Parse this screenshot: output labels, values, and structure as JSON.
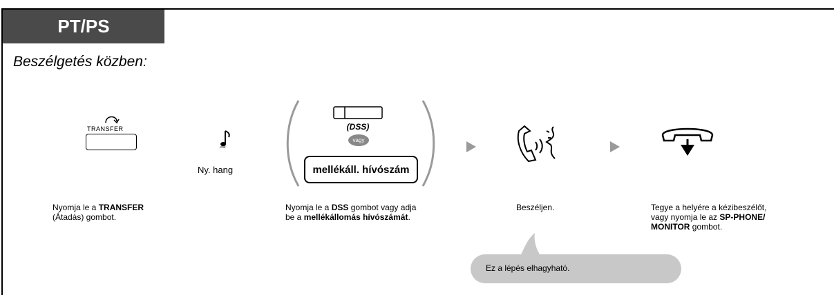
{
  "header": {
    "mode_tab": "PT/PS",
    "subtitle": "Beszélgetés közben:"
  },
  "steps": {
    "transfer": {
      "key_label": "TRANSFER",
      "desc_pre": "Nyomja le a ",
      "desc_bold": "TRANSFER",
      "desc_line2": "(Átadás) gombot."
    },
    "tone": {
      "label": "Ny. hang"
    },
    "dss": {
      "dss_label": "(DSS)",
      "or_label": "vagy",
      "ext_button": "mellékáll. hívószám",
      "desc_pre": "Nyomja le a ",
      "desc_bold1": "DSS",
      "desc_mid": " gombot vagy adja",
      "desc_line2_pre": "be a ",
      "desc_bold2": "mellékállomás hívószámát",
      "desc_line2_post": "."
    },
    "talk": {
      "desc": "Beszéljen."
    },
    "hangup": {
      "desc_line1": "Tegye a helyére a kézibeszélőt,",
      "desc_line2_pre": "vagy nyomja le az ",
      "desc_bold1": "SP-PHONE/",
      "desc_bold2": "MONITOR",
      "desc_line3_post": " gombot."
    }
  },
  "note": {
    "text": "Ez a lépés elhagyható."
  },
  "icons": [
    "transfer-arrow-icon",
    "music-note-icon",
    "arrow-right-icon",
    "handset-talk-icon",
    "handset-onhook-icon"
  ]
}
